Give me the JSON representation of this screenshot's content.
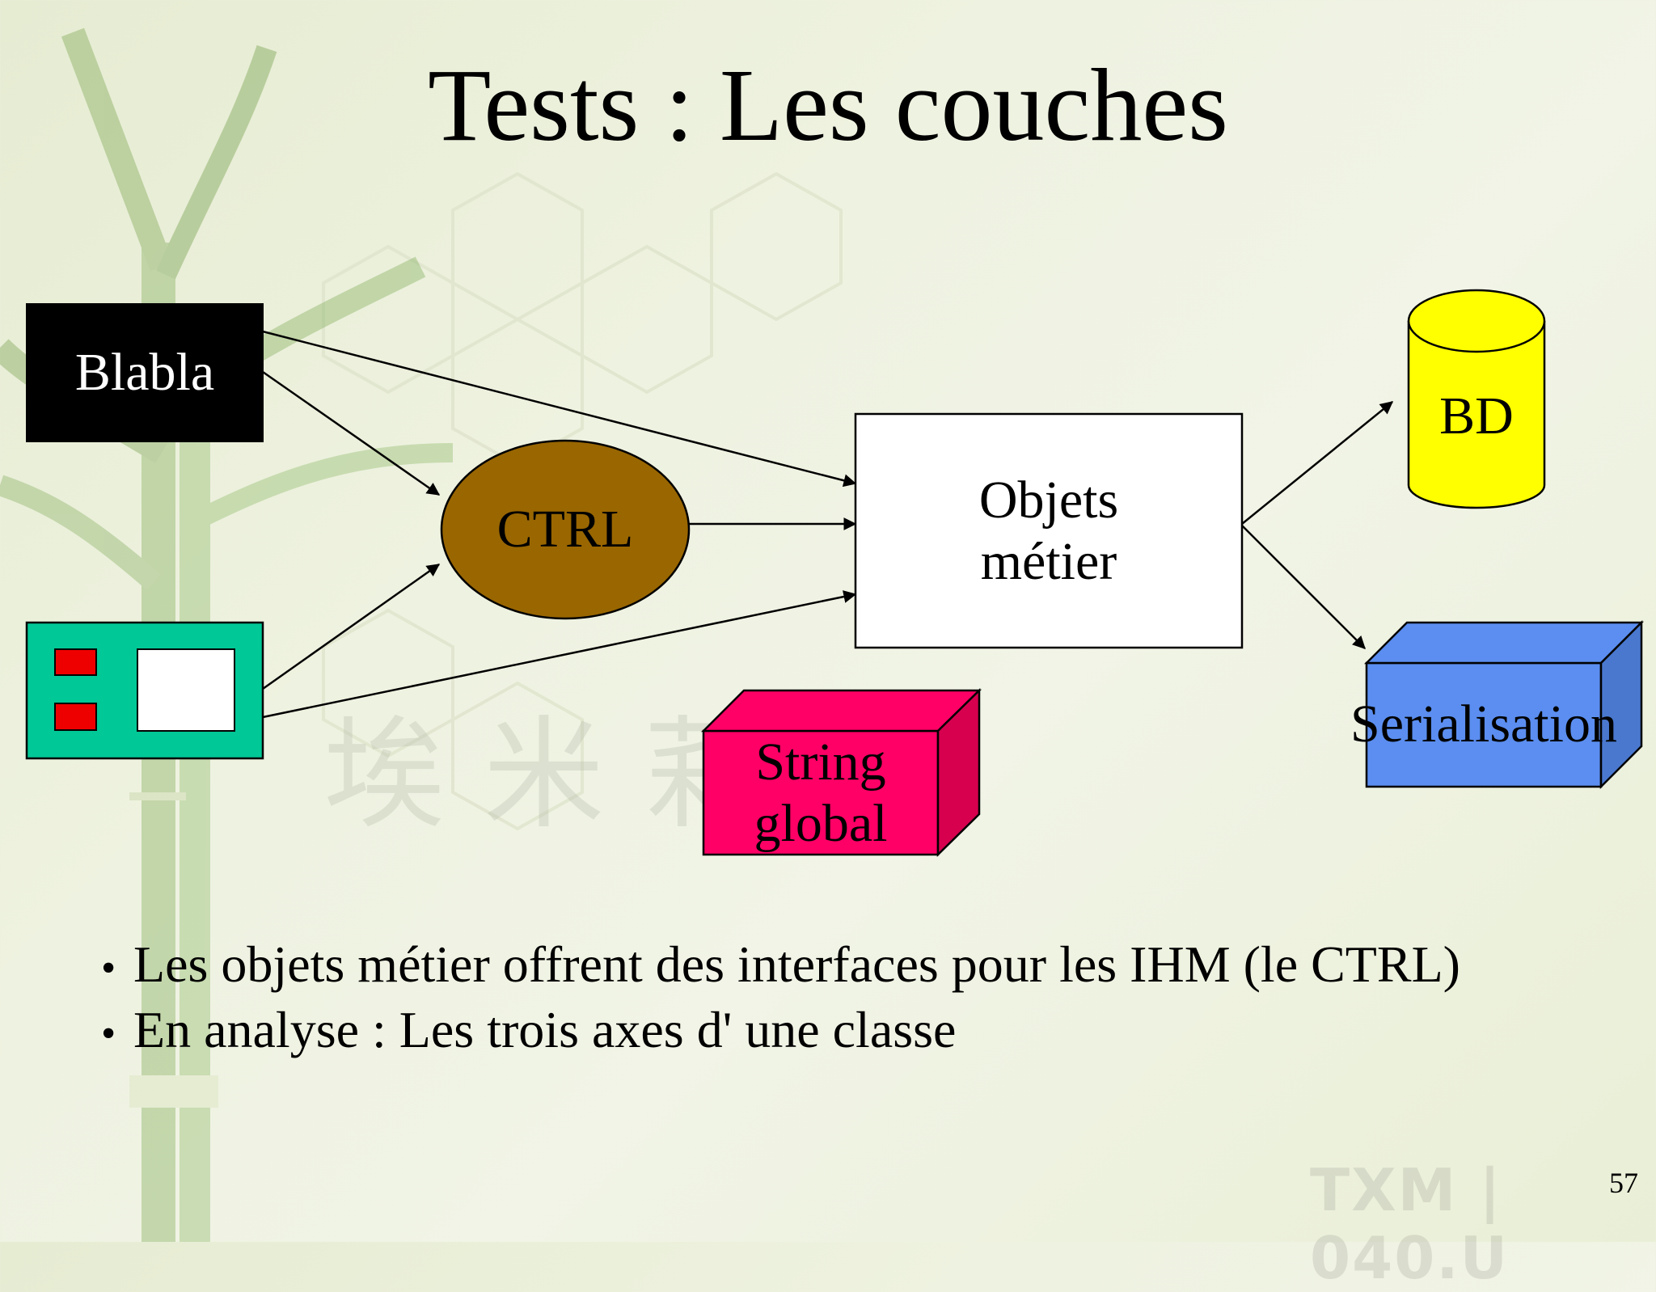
{
  "slide": {
    "title": "Tests : Les couches",
    "page_number": "57",
    "watermark": "TXM | 040.U"
  },
  "diagram": {
    "nodes": {
      "blabla": {
        "label": "Blabla",
        "color": "#000000"
      },
      "ctrl": {
        "label": "CTRL",
        "color": "#996600"
      },
      "objets": {
        "line1": "Objets",
        "line2": "métier",
        "color": "#ffffff"
      },
      "bd": {
        "label": "BD",
        "color": "#ffff00"
      },
      "serialisation": {
        "label": "Serialisation",
        "color": "#5b8ef0"
      },
      "string_global": {
        "line1": "String",
        "line2": "global",
        "color": "#ff0066"
      },
      "ihm": {
        "color": "#00c896",
        "button_color": "#ee0000"
      }
    }
  },
  "bullets": [
    "Les objets métier offrent des interfaces pour les IHM (le CTRL)",
    "En analyse : Les trois axes d' une classe"
  ]
}
